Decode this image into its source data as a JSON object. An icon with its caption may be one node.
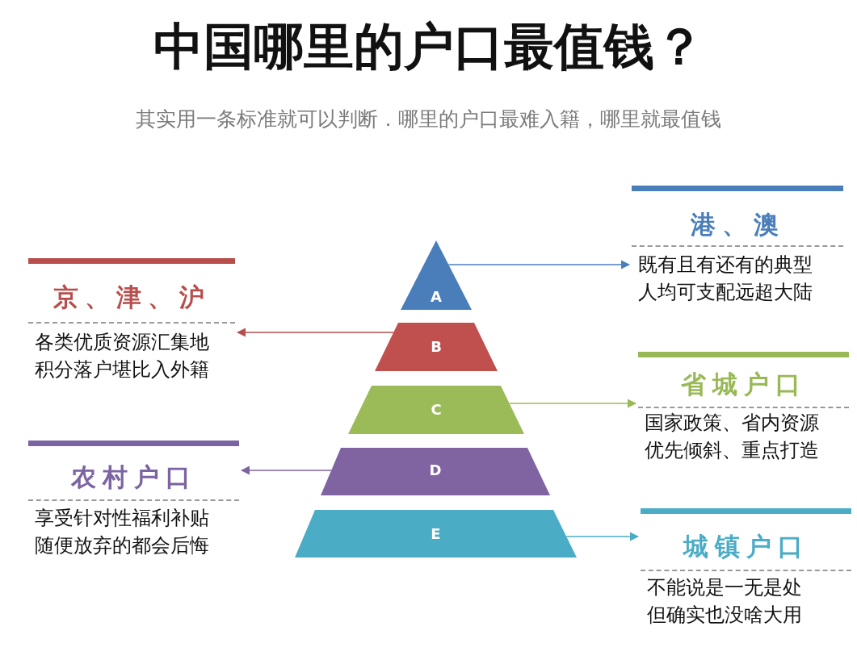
{
  "diagram": {
    "title": "中国哪里的户口最值钱？",
    "nodes": [
      {
        "text": [
          "A"
        ]
      },
      {
        "text": [
          "B"
        ]
      },
      {
        "text": [
          "C"
        ]
      },
      {
        "text": [
          "D"
        ]
      },
      {
        "text": [
          "E"
        ]
      },
      {
        "text": [
          "港、澳",
          "既有且有还有的典型",
          "人均可支配远超大陆"
        ]
      },
      {
        "text": [
          "京、津、沪",
          "各类优质资源汇集地",
          "积分落户堪比入外籍"
        ]
      },
      {
        "text": [
          "省城户口",
          "国家政策、省内资源",
          "优先倾斜、重点打造"
        ]
      },
      {
        "text": [
          "农村户口",
          "享受针对性福利补贴",
          "随便放弃的都会后悔"
        ]
      },
      {
        "text": [
          "城镇户口",
          "不能说是一无是处",
          "但确实也没啥大用"
        ]
      }
    ],
    "edges": [
      {
        "from": 0,
        "to": 5,
        "arrow": "to",
        "color": "#4a7ebb"
      },
      {
        "from": 1,
        "to": 6,
        "arrow": "to",
        "color": "#b84e4c"
      },
      {
        "from": 2,
        "to": 7,
        "arrow": "to",
        "color": "#98b954"
      },
      {
        "from": 3,
        "to": 8,
        "arrow": "to",
        "color": "#7b64a1"
      },
      {
        "from": 4,
        "to": 9,
        "arrow": "to",
        "color": "#4bacc6"
      }
    ],
    "labels": [
      "其实用一条标准就可以判断．哪里的户口最难入籍，哪里就最值钱"
    ]
  }
}
